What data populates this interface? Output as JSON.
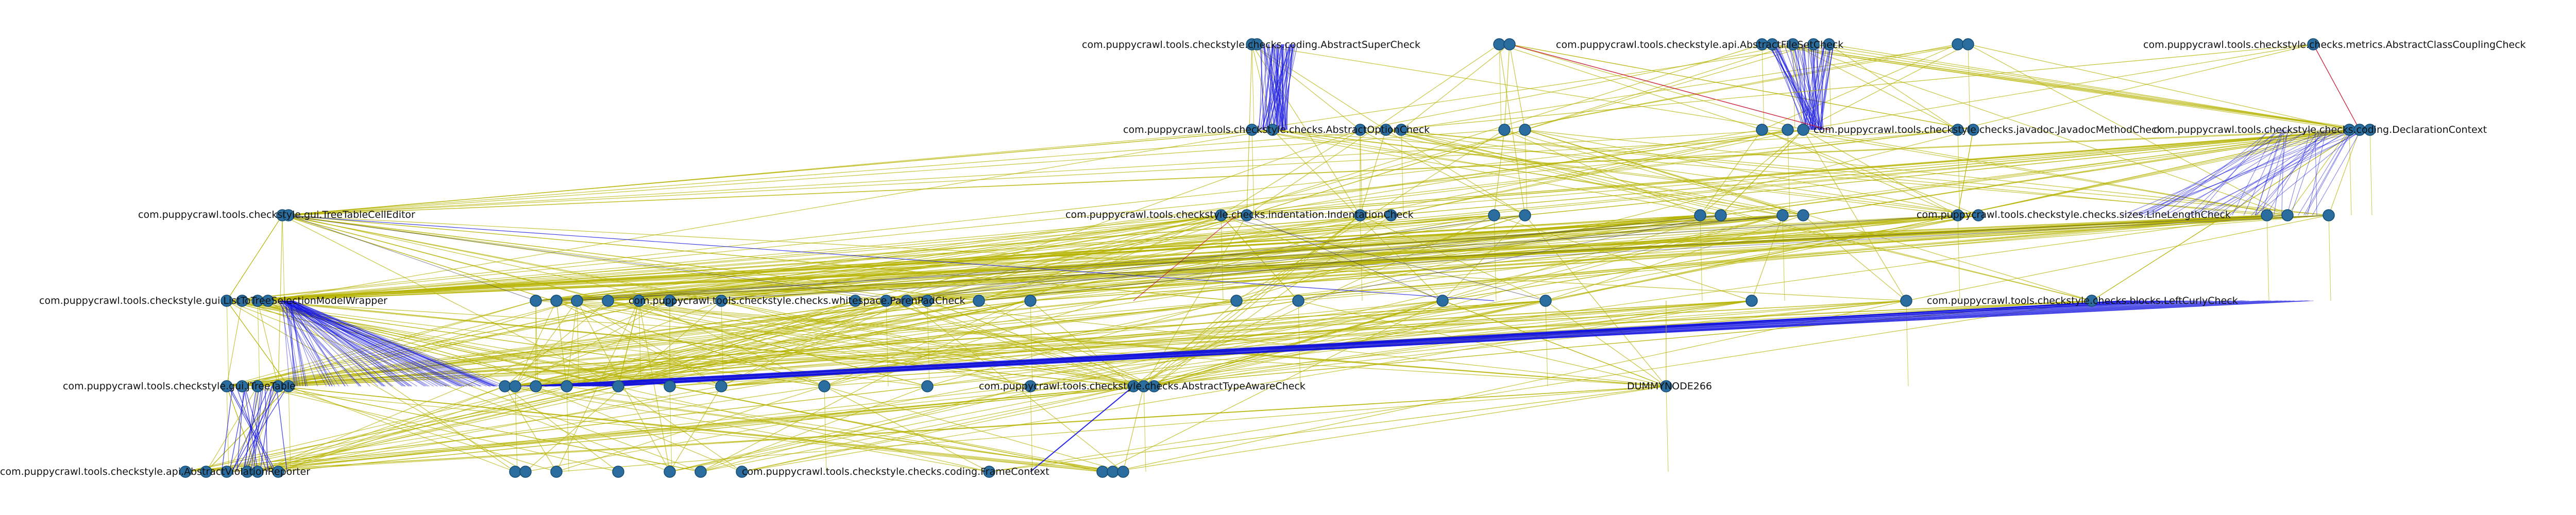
{
  "diagram": {
    "type": "layered dependency graph",
    "colors": {
      "background": "#ffffff",
      "node_fill": "#2a6d9e",
      "node_stroke": "#134a70",
      "edge_yellow": "#b5b300",
      "edge_blue": "#1010e0",
      "edge_red": "#c8102e",
      "edge_dark": "#333355",
      "label": "#111111"
    },
    "labels": {
      "row1_left": "com.puppycrawl.tools.checkstyle.checks.coding.AbstractSuperCheck",
      "row1_mid": "com.puppycrawl.tools.checkstyle.api.AbstractFileSetCheck",
      "row1_right": "com.puppycrawl.tools.checkstyle.checks.metrics.AbstractClassCouplingCheck",
      "row2_left": "com.puppycrawl.tools.checkstyle.checks.AbstractOptionCheck",
      "row2_mid": "com.puppycrawl.tools.checkstyle.checks.javadoc.JavadocMethodCheck",
      "row2_right": "com.puppycrawl.tools.checkstyle.checks.coding.DeclarationContext",
      "row3_left": "com.puppycrawl.tools.checkstyle.gui.TreeTableCellEditor",
      "row3_mid": "com.puppycrawl.tools.checkstyle.checks.indentation.IndentationCheck",
      "row3_right": "com.puppycrawl.tools.checkstyle.checks.sizes.LineLengthCheck",
      "row4_left": "com.puppycrawl.tools.checkstyle.gui.ListToTreeSelectionModelWrapper",
      "row4_mid": "com.puppycrawl.tools.checkstyle.checks.whitespace.ParenPadCheck",
      "row4_right": "com.puppycrawl.tools.checkstyle.checks.blocks.LeftCurlyCheck",
      "row5_left": "com.puppycrawl.tools.checkstyle.gui.JTreeTable",
      "row5_mid": "com.puppycrawl.tools.checkstyle.checks.AbstractTypeAwareCheck",
      "row5_right": "DUMMYNODE266",
      "row6_left": "com.puppycrawl.tools.checkstyle.api.AbstractViolationReporter",
      "row6_mid": "com.puppycrawl.tools.checkstyle.checks.coding.FrameContext"
    }
  }
}
